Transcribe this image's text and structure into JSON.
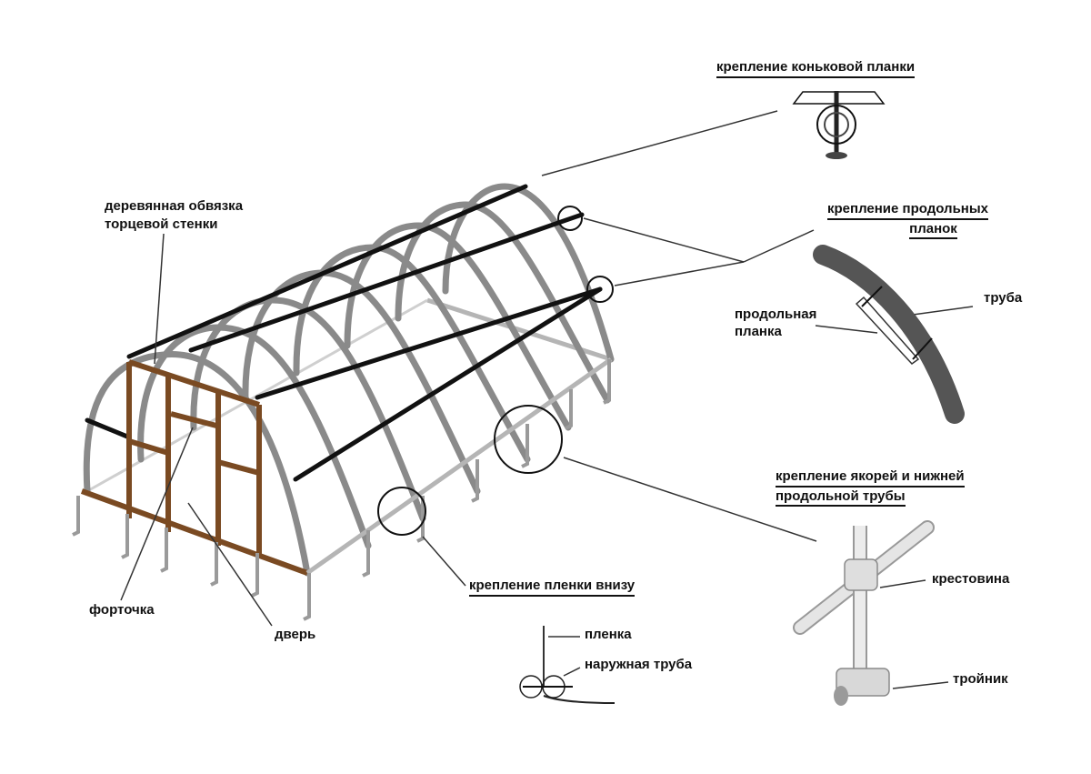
{
  "labels": {
    "ridge_mount": "крепление коньковой планки",
    "long_strips_1": "крепление продольных",
    "long_strips_2": "планок",
    "pipe": "труба",
    "long_strip_1": "продольная",
    "long_strip_2": "планка",
    "wood_frame_1": "деревянная обвязка",
    "wood_frame_2": "торцевой стенки",
    "anchor_mount_1": "крепление якорей и нижней",
    "anchor_mount_2": "продольной трубы",
    "cross": "крестовина",
    "tee": "тройник",
    "film_bottom": "крепление пленки внизу",
    "film": "пленка",
    "outer_pipe": "наружная труба",
    "vent": "форточка",
    "door": "дверь"
  },
  "colors": {
    "arch": "#8a8a8a",
    "strip": "#111111",
    "wood": "#7a4a22",
    "base": "#b5b5b5",
    "text": "#111111"
  }
}
